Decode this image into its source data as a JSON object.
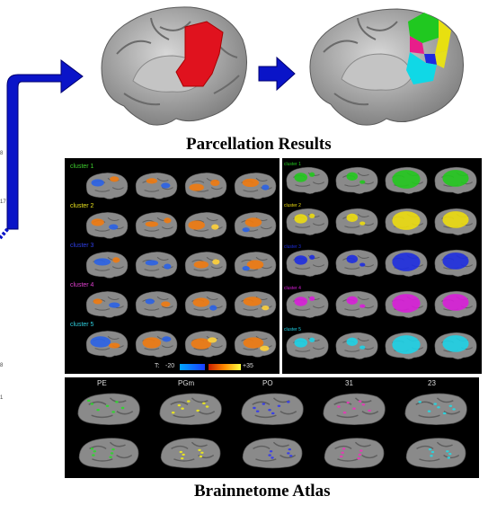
{
  "titles": {
    "parcellation": "Parcellation Results",
    "atlas": "Brainnetome Atlas"
  },
  "left_marks": [
    "8",
    "17",
    "8",
    "1"
  ],
  "clusters_a": [
    {
      "label": "cluster 1",
      "color": "#3fcf2f"
    },
    {
      "label": "cluster 2",
      "color": "#e8e21e"
    },
    {
      "label": "cluster 3",
      "color": "#2f3fe6"
    },
    {
      "label": "cluster 4",
      "color": "#e040d0"
    },
    {
      "label": "cluster 5",
      "color": "#2fd0e0"
    }
  ],
  "colorbar": {
    "prefix": "T:",
    "min": "-20",
    "max": "+35"
  },
  "clusters_b": [
    {
      "label": "cluster 1",
      "color": "#22c81e"
    },
    {
      "label": "cluster 2",
      "color": "#ecdc10"
    },
    {
      "label": "cluster 3",
      "color": "#1e2ee0"
    },
    {
      "label": "cluster 4",
      "color": "#d81ed8"
    },
    {
      "label": "cluster 5",
      "color": "#1ed2e6"
    }
  ],
  "atlas_regions": [
    {
      "label": "PE",
      "color": "#34d234"
    },
    {
      "label": "PGm",
      "color": "#e6e226"
    },
    {
      "label": "PO",
      "color": "#3a40e6"
    },
    {
      "label": "31",
      "color": "#e23cb4"
    },
    {
      "label": "23",
      "color": "#2ed2dc"
    }
  ]
}
